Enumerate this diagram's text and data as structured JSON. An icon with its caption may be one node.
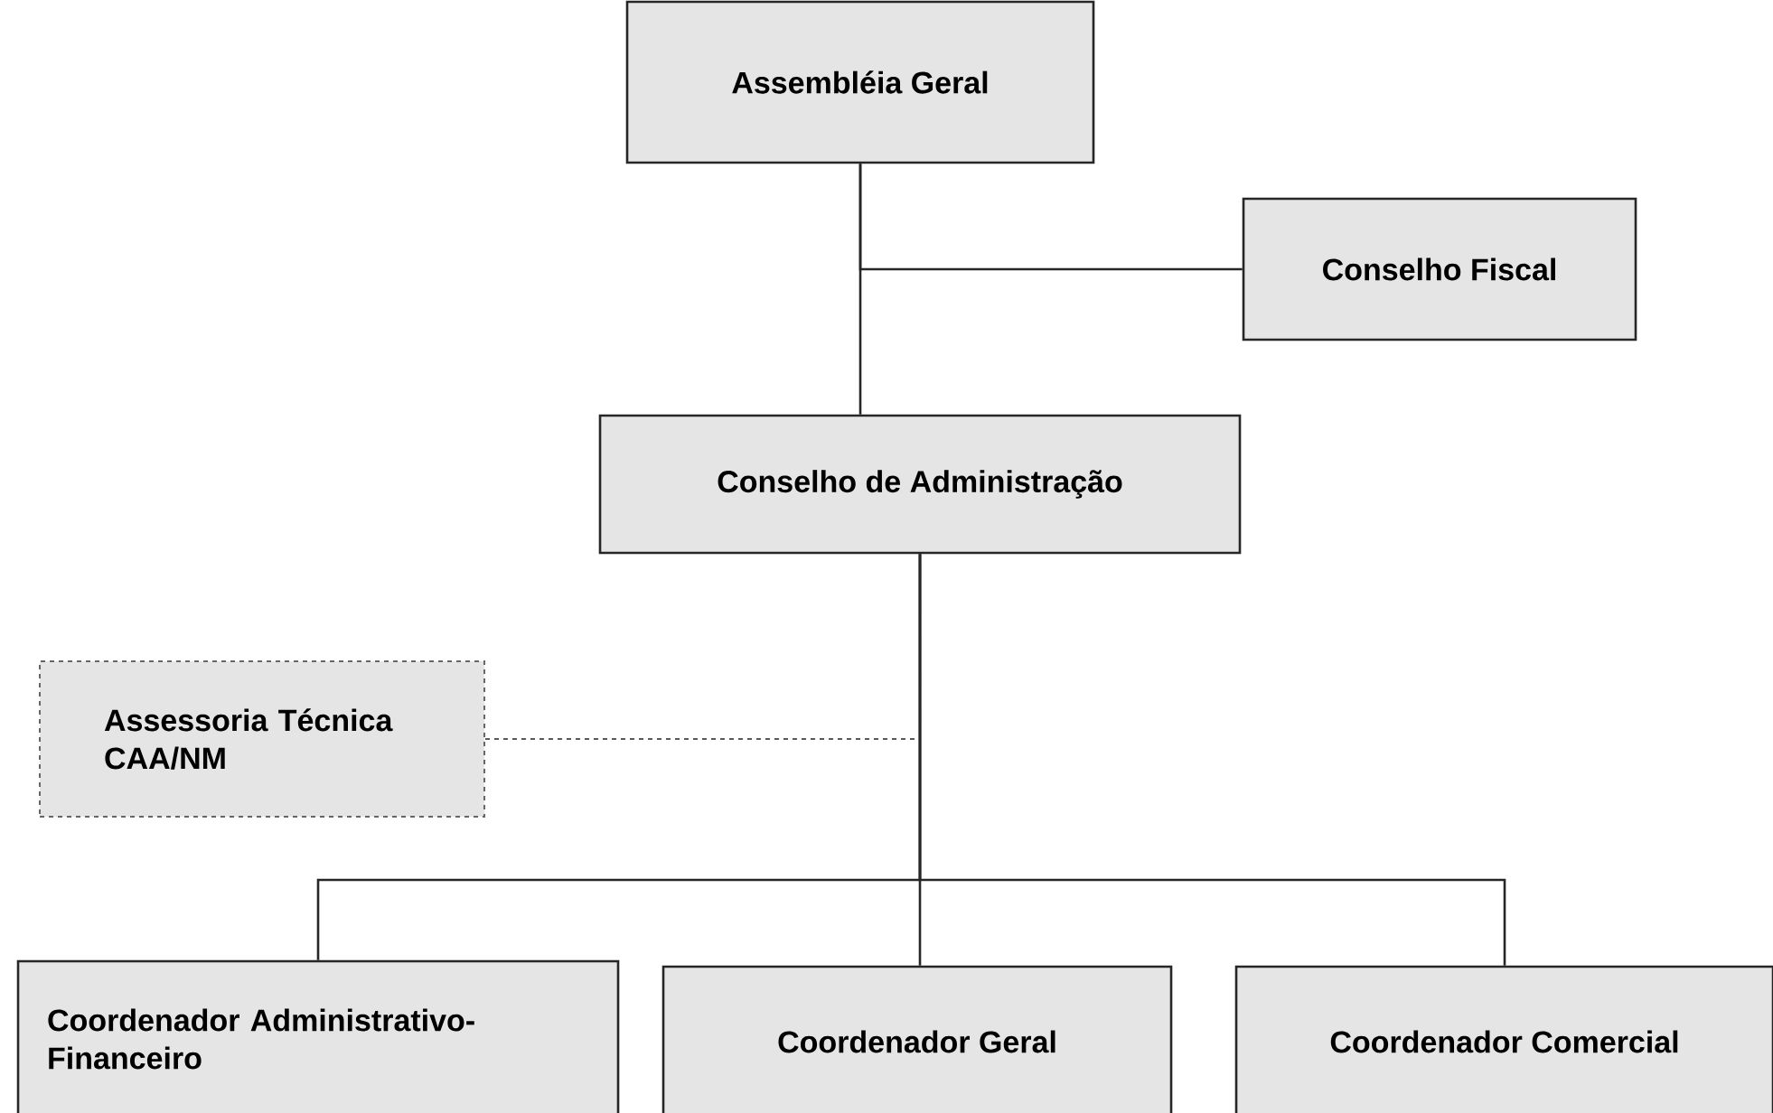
{
  "diagram": {
    "nodes": [
      {
        "text": [
          "Assembléia Geral"
        ]
      },
      {
        "text": [
          "Conselho Fiscal"
        ]
      },
      {
        "text": [
          "Conselho de Administração"
        ]
      },
      {
        "text": [
          "Assessoria Técnica CAA/NM"
        ]
      },
      {
        "text": [
          "Coordenador Administrativo-Financeiro"
        ]
      },
      {
        "text": [
          "Coordenador Geral"
        ]
      },
      {
        "text": [
          "Coordenador Comercial"
        ]
      }
    ],
    "edges": [
      {
        "from": 0,
        "to": 2,
        "arrow": "none"
      },
      {
        "from": 0,
        "to": 1,
        "arrow": "none"
      },
      {
        "from": 3,
        "to": 2,
        "arrow": "none",
        "style": "dashed"
      },
      {
        "from": 2,
        "to": 4,
        "arrow": "none"
      },
      {
        "from": 2,
        "to": 5,
        "arrow": "none"
      },
      {
        "from": 2,
        "to": 6,
        "arrow": "none"
      }
    ]
  }
}
